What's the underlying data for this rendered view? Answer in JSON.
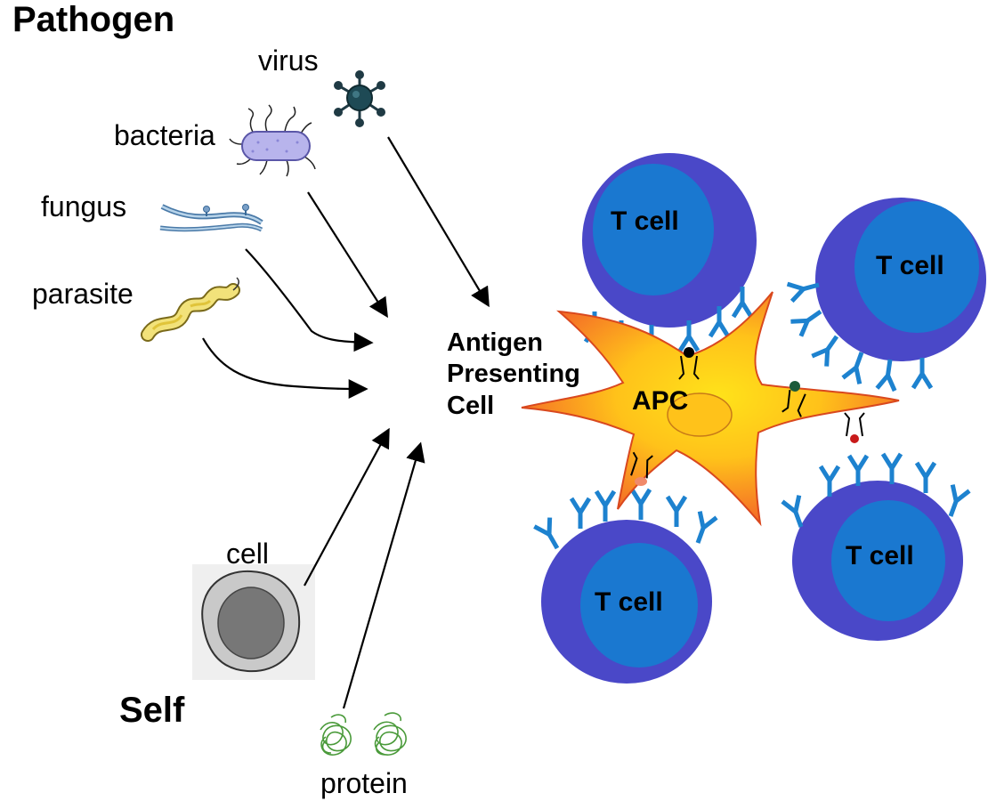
{
  "headings": {
    "pathogen": "Pathogen",
    "self": "Self"
  },
  "sources": {
    "virus": "virus",
    "bacteria": "bacteria",
    "fungus": "fungus",
    "parasite": "parasite",
    "cell": "cell",
    "protein": "protein"
  },
  "apc": {
    "full_name": "Antigen\nPresenting\nCell",
    "abbrev": "APC"
  },
  "t_cells": [
    "T cell",
    "T cell",
    "T cell",
    "T cell"
  ],
  "colors": {
    "t_cell_outer": "#4a48c8",
    "t_cell_inner": "#1a78d0",
    "receptor": "#1d82cf",
    "apc_center": "#ffd21a",
    "apc_edge": "#f2662a"
  }
}
